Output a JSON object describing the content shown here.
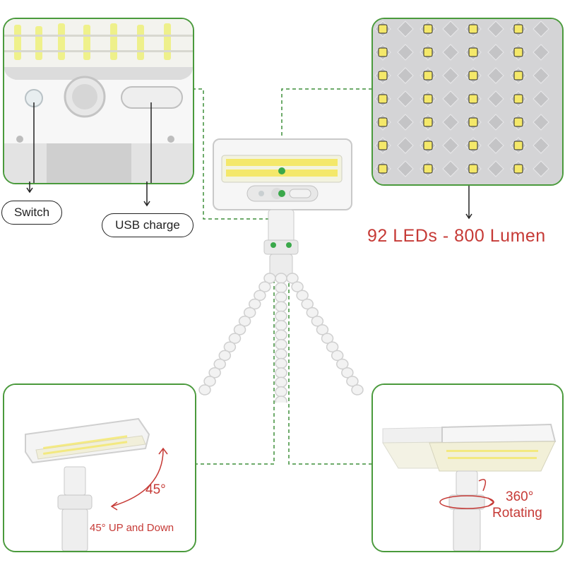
{
  "callouts": {
    "switch": "Switch",
    "usb_charge": "USB charge",
    "leds": "92 LEDs - 800 Lumen"
  },
  "angle": {
    "degree": "45°",
    "caption": "45° UP and Down"
  },
  "rotation": {
    "degree": "360°",
    "caption": "Rotating"
  },
  "colors": {
    "frame": "#4a9a3c",
    "accent_text": "#c63a36",
    "led_yellow": "#f4e86a",
    "connector_dash": "#3f8f3a"
  }
}
